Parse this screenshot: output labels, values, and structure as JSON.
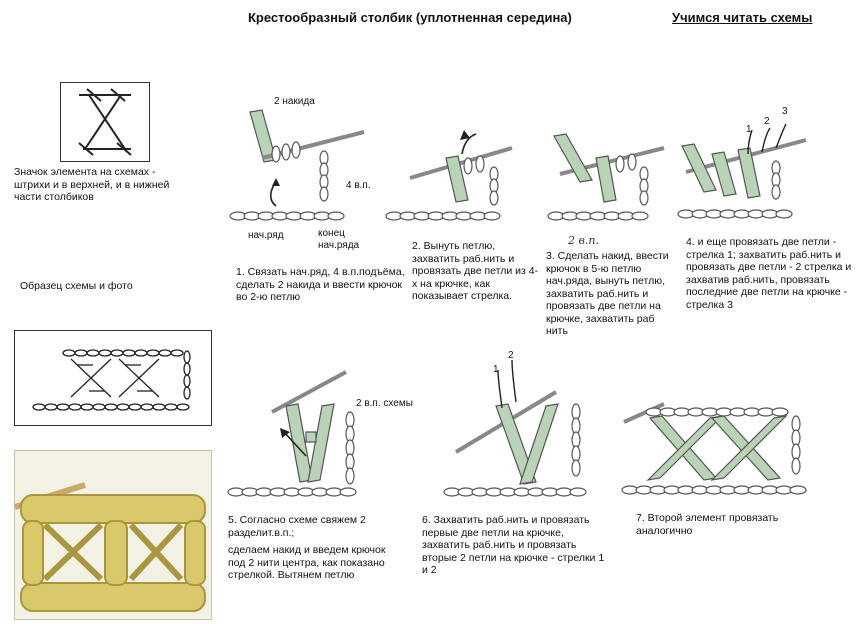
{
  "header": {
    "title": "Крестообразный столбик (уплотненная середина)",
    "section": "Учимся читать схемы"
  },
  "legend": {
    "symbol_caption": "Значок элемента на схемах - штрихи и в верхней, и в нижней части столбиков",
    "sample_caption": "Образец схемы и фото"
  },
  "labels": {
    "two_yarn_overs": "2 накида",
    "four_ch": "4 в.п.",
    "base_row": "нач.ряд",
    "base_row_end": "конец нач.ряда",
    "handwritten": "2 в.п.",
    "two_ch_of_chart": "2 в.п. схемы",
    "arrow_1": "1",
    "arrow_2": "2",
    "arrow_3": "3"
  },
  "steps": [
    {
      "text": "1. Связать нач.ряд, 4 в.п.подъёма, сделать 2 накида и ввести крючок во 2-ю петлю"
    },
    {
      "text": "2. Вынуть петлю, захватить раб.нить и провязать две петли из 4-х на крючке, как показывает стрелка."
    },
    {
      "text": "3. Сделать накид, ввести крючок в 5-ю петлю нач.ряда, вынуть петлю, захватить раб.нить и провязать две петли на крючке, захватить раб нить"
    },
    {
      "text": "4. и еще провязать две петли - стрелка 1; захватить раб.нить и провязать две петли  - 2 стрелка и захватив раб.нить, провязать последние две петли на крючке - стрелка 3"
    },
    {
      "text": "5. Согласно схеме свяжем 2 разделит.в.п.;"
    },
    {
      "text": "сделаем накид и введем крючок  под 2 нити центра, как показано стрелкой. Вытянем петлю"
    },
    {
      "text": "6.  Захватить раб.нить и провязать первые две петли на крючке, захватить раб.нить и провязать вторые 2 петли на крючке - стрелки 1 и 2"
    },
    {
      "text": "7. Второй элемент провязать аналогично"
    }
  ],
  "colors": {
    "yarn_green": "#b9d3b6",
    "yarn_outline": "#5f6b5f",
    "hook": "#d9d9d9",
    "photo_yarn": "#d9c96a"
  }
}
